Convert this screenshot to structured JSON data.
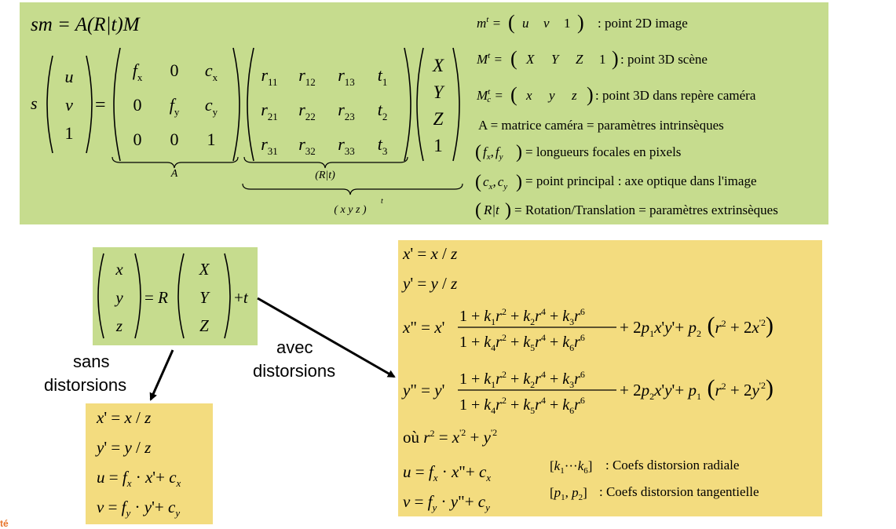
{
  "colors": {
    "green_box": "#c6dc8e",
    "yellow_box": "#f3dc7f",
    "arrow": "#000000",
    "corner_text": "#e8742a"
  },
  "header_eq": "sm = A(R|t)M",
  "brace_labels": {
    "A": "A",
    "Rt": "(R|t)",
    "xyz": "( x  y  z )",
    "xyz_sup": "t"
  },
  "matrices": {
    "uv1": [
      "u",
      "v",
      "1"
    ],
    "A": [
      [
        "f",
        "0",
        "c"
      ],
      [
        "0",
        "f",
        "c"
      ],
      [
        "0",
        "0",
        "1"
      ]
    ],
    "Rt": [
      [
        "r",
        "r",
        "r",
        "t"
      ],
      [
        "r",
        "r",
        "r",
        "t"
      ],
      [
        "r",
        "r",
        "r",
        "t"
      ]
    ],
    "Rt_sub": [
      [
        "11",
        "12",
        "13",
        "1"
      ],
      [
        "21",
        "22",
        "23",
        "2"
      ],
      [
        "31",
        "32",
        "33",
        "3"
      ]
    ],
    "XYZ1": [
      "X",
      "Y",
      "Z",
      "1"
    ]
  },
  "legend": {
    "m_desc": ": point 2D image",
    "M_desc": ": point 3D scène",
    "Mc_desc": ": point 3D dans repère caméra",
    "A_desc": "A = matrice caméra = paramètres intrinsèques",
    "f_desc": "= longueurs focales en pixels",
    "c_desc": "=  point principal : axe optique dans l'image",
    "Rt_desc": "= Rotation/Translation = paramètres extrinsèques"
  },
  "labels": {
    "sans_distorsions": [
      "sans",
      "distorsions"
    ],
    "avec_distorsions": [
      "avec",
      "distorsions"
    ]
  },
  "no_dist_eqs": [
    "x' = x / z",
    "y' = y / z",
    "u = f · x'+ c",
    "v = f · y'+ c"
  ],
  "dist_eqs": {
    "line1": "x' = x / z",
    "line2": "y' = y / z",
    "r2": "où r² = x'² + y'²",
    "u": "u = f · x\"+ c",
    "v": "v = f · y\"+ c",
    "radial": "[k₁…k₆]: Coefs distorsion radiale",
    "radial_text": ": Coefs distorsion radiale",
    "tangential_text": ":  Coefs distorsion tangentielle"
  },
  "corner_text": "té"
}
